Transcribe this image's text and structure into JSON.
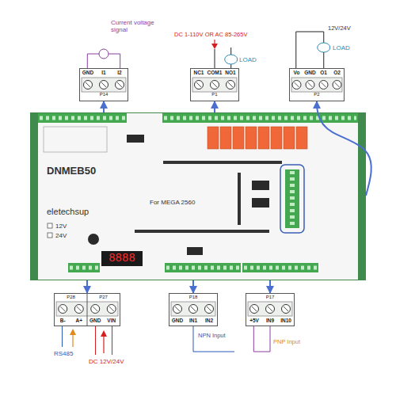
{
  "diagram": {
    "nodes": [
      {
        "text": [
          "P14",
          "GND",
          "I1",
          "I2"
        ]
      },
      {
        "text": [
          "P1",
          "NC1",
          "COM1",
          "NO1"
        ]
      },
      {
        "text": [
          "P2",
          "Vo",
          "GND",
          "O1",
          "O2"
        ]
      },
      {
        "text": [
          "DNMEB50",
          "eletechsup",
          "12V",
          "24V",
          "For MEGA 2560"
        ]
      },
      {
        "text": [
          "P28",
          "P27",
          "B-",
          "A+",
          "GND",
          "VIN"
        ]
      },
      {
        "text": [
          "P18",
          "GND",
          "IN1",
          "IN2"
        ]
      },
      {
        "text": [
          "P17",
          "+5V",
          "IN9",
          "IN10"
        ]
      }
    ],
    "edges": [
      {
        "from": 3,
        "to": 0,
        "arrow": "to"
      },
      {
        "from": 3,
        "to": 1,
        "arrow": "to"
      },
      {
        "from": 3,
        "to": 2,
        "arrow": "to"
      },
      {
        "from": 3,
        "to": 4,
        "arrow": "to"
      },
      {
        "from": 3,
        "to": 5,
        "arrow": "to"
      },
      {
        "from": 3,
        "to": 6,
        "arrow": "to"
      }
    ],
    "labels": [
      "Current voltage signal",
      "DC 1-110V OR AC 85-265V",
      "LOAD",
      "12V/24V",
      "LOAD",
      "RS485",
      "DC 12V/24V",
      "NPN Input",
      "PNP Input",
      "8888"
    ]
  }
}
